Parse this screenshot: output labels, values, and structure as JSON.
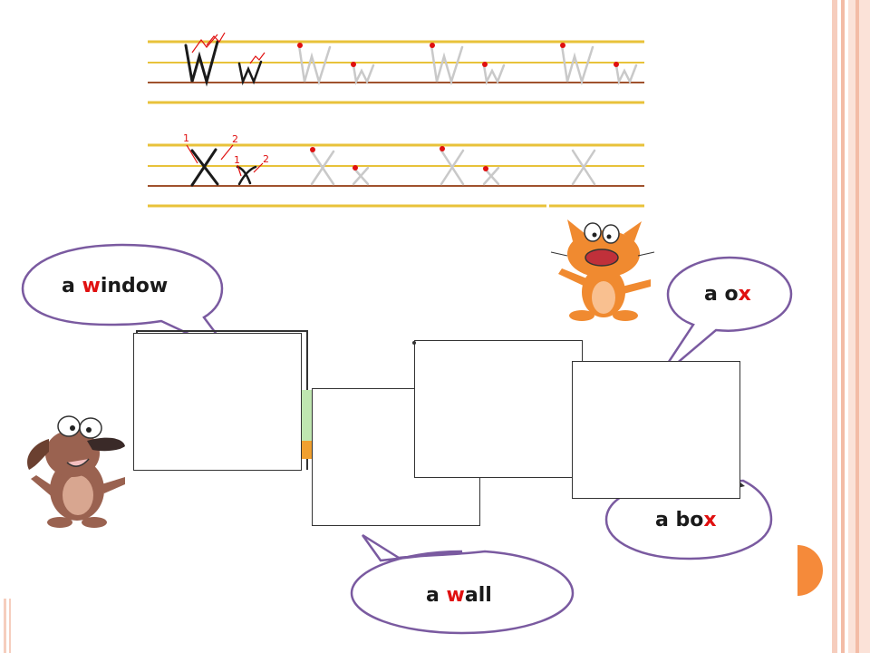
{
  "colors": {
    "guide_line": "#e8c23a",
    "base_line": "#a0522d",
    "bubble_border": "#7a5aa0",
    "highlight": "#e01010",
    "right_stripe": "#f4c3b0",
    "orange_accent": "#f58a3a"
  },
  "handwriting": {
    "row_w": {
      "model": "Ww",
      "copies": [
        "Ww",
        "Ww",
        "Ww"
      ],
      "stroke_numbers": []
    },
    "row_x": {
      "model": "Xx",
      "copies": [
        "Xx",
        "Xx",
        "X"
      ],
      "stroke_numbers": [
        "1",
        "2",
        "1",
        "2"
      ]
    }
  },
  "bubbles": {
    "window": {
      "pre": "a ",
      "hl": "w",
      "post": "indow"
    },
    "ox": {
      "pre": "a o",
      "hl": "x",
      "post": ""
    },
    "box": {
      "pre": "a bo",
      "hl": "x",
      "post": ""
    },
    "wall": {
      "pre": "a ",
      "hl": "w",
      "post": "all"
    }
  },
  "characters": [
    "dog-cartoon",
    "cat-cartoon"
  ],
  "icons": [
    "arrow-icon",
    "half-circle-icon"
  ]
}
